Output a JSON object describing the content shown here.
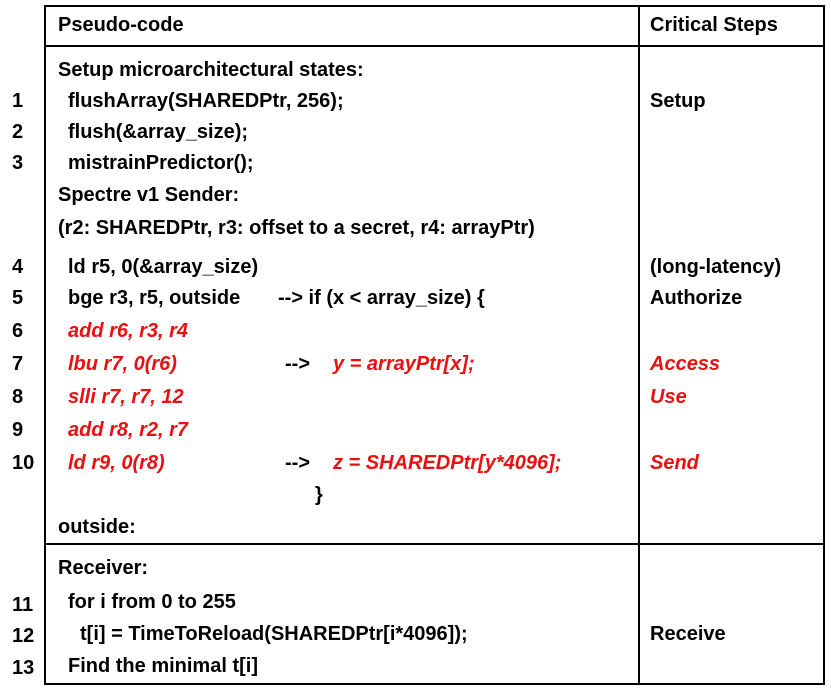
{
  "headers": {
    "pseudocode": "Pseudo-code",
    "steps": "Critical Steps"
  },
  "section1": {
    "setup_title": "Setup microarchitectural states:",
    "sender_title": "Spectre v1 Sender:",
    "sender_args": "(r2: SHAREDPtr, r3: offset to a secret, r4: arrayPtr)",
    "outside_label": "outside:",
    "closing_brace": "}"
  },
  "lines": [
    {
      "num": "1",
      "code": "flushArray(SHAREDPtr, 256);",
      "step": "Setup"
    },
    {
      "num": "2",
      "code": "flush(&array_size);"
    },
    {
      "num": "3",
      "code": "mistrainPredictor();"
    },
    {
      "num": "4",
      "code": "ld r5, 0(&array_size)",
      "step": "(long-latency)"
    },
    {
      "num": "5",
      "code": "bge r3, r5, outside",
      "comment": "--> if (x < array_size) {",
      "step": "Authorize"
    },
    {
      "num": "6",
      "code": "add r6, r3, r4"
    },
    {
      "num": "7",
      "code": "lbu r7, 0(r6)",
      "arrow": "-->",
      "comment": "y = arrayPtr[x];",
      "step": "Access"
    },
    {
      "num": "8",
      "code": "slli r7, r7, 12",
      "step": "Use"
    },
    {
      "num": "9",
      "code": "add r8, r2, r7"
    },
    {
      "num": "10",
      "code": "ld r9, 0(r8)",
      "arrow": "-->",
      "comment": "z = SHAREDPtr[y*4096];",
      "step": "Send"
    }
  ],
  "section2": {
    "receiver_title": "Receiver:",
    "lines": [
      {
        "num": "11",
        "code": "for i from 0 to 255"
      },
      {
        "num": "12",
        "code": "t[i] = TimeToReload(SHAREDPtr[i*4096]);",
        "step": "Receive"
      },
      {
        "num": "13",
        "code": "Find the minimal t[i]"
      }
    ]
  },
  "colors": {
    "highlight": "#e81010",
    "text": "#000000",
    "border": "#000000"
  }
}
